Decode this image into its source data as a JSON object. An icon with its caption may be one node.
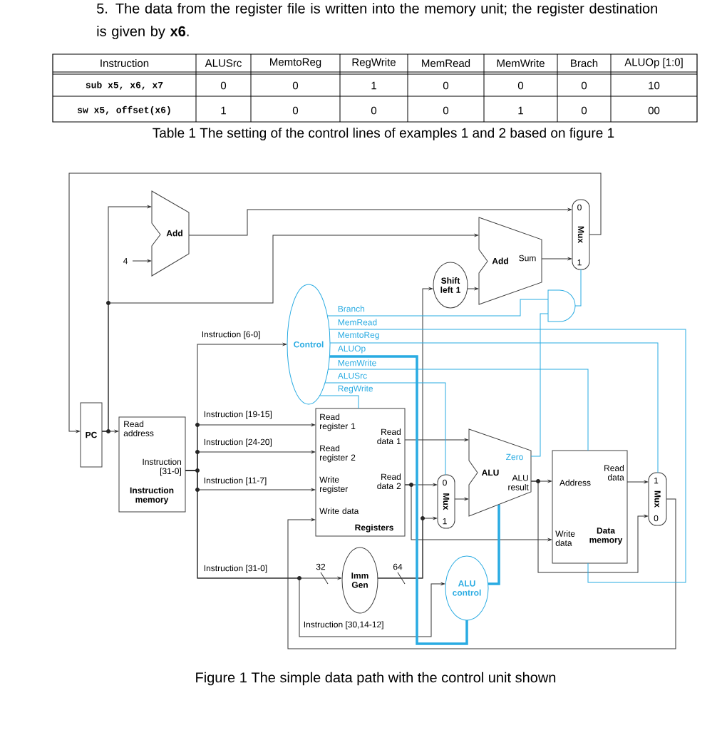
{
  "diagram": {
    "caption": "Figure 1 The simple data path with the control unit shown",
    "nodes": [
      {
        "text": [
          "PC"
        ]
      },
      {
        "text": [
          "Add"
        ]
      },
      {
        "text": [
          "Read address",
          "Instruction [31-0]",
          "Instruction memory"
        ]
      },
      {
        "text": [
          "Control"
        ]
      },
      {
        "text": [
          "Shift left 1"
        ]
      },
      {
        "text": [
          "Add",
          "Sum"
        ]
      },
      {
        "text": [
          "0",
          "Mux",
          "1"
        ]
      },
      {
        "text": [],
        "shape": "gate"
      },
      {
        "text": [
          "Read register 1",
          "Read register 2",
          "Write register",
          "Write data",
          "Read data 1",
          "Read data 2",
          "Registers"
        ]
      },
      {
        "text": [
          "Imm Gen"
        ]
      },
      {
        "text": [
          "0",
          "Mux",
          "1"
        ]
      },
      {
        "text": [
          "ALU",
          "Zero",
          "ALU result"
        ]
      },
      {
        "text": [
          "ALU control"
        ]
      },
      {
        "text": [
          "Address",
          "Read data",
          "Write data",
          "Data memory"
        ]
      },
      {
        "text": [
          "1",
          "Mux",
          "0"
        ]
      },
      {
        "text": [
          "4"
        ]
      }
    ],
    "edges": [
      {
        "from": 0,
        "to": 2,
        "arrow": "to"
      },
      {
        "from": 0,
        "to": 1,
        "arrow": "to"
      },
      {
        "from": 0,
        "to": 5,
        "arrow": "to"
      },
      {
        "from": 15,
        "to": 1,
        "arrow": "to"
      },
      {
        "from": 1,
        "to": 6,
        "arrow": "to"
      },
      {
        "from": 6,
        "to": 0,
        "arrow": "to"
      },
      {
        "from": 4,
        "to": 5,
        "arrow": "to"
      },
      {
        "from": 5,
        "to": 6,
        "arrow": "to"
      },
      {
        "from": 7,
        "to": 6,
        "arrow": "none",
        "color": "#29abe2"
      },
      {
        "from": 2,
        "to": 3,
        "arrow": "to",
        "label": "Instruction [6-0]"
      },
      {
        "from": 2,
        "to": 8,
        "arrow": "to",
        "label": "Instruction [19-15]"
      },
      {
        "from": 2,
        "to": 8,
        "arrow": "to",
        "label": "Instruction [24-20]"
      },
      {
        "from": 2,
        "to": 8,
        "arrow": "to",
        "label": "Instruction [11-7]"
      },
      {
        "from": 2,
        "to": 9,
        "arrow": "to",
        "label": "Instruction [31-0]"
      },
      {
        "from": 2,
        "to": 12,
        "arrow": "to",
        "label": "Instruction [30,14-12]"
      },
      {
        "from": 8,
        "to": 11,
        "arrow": "to"
      },
      {
        "from": 8,
        "to": 10,
        "arrow": "to"
      },
      {
        "from": 8,
        "to": 13,
        "arrow": "to"
      },
      {
        "from": 9,
        "to": 10,
        "arrow": "to"
      },
      {
        "from": 9,
        "to": 4,
        "arrow": "to"
      },
      {
        "from": 10,
        "to": 11,
        "arrow": "to"
      },
      {
        "from": 11,
        "to": 7,
        "arrow": "none",
        "color": "#29abe2"
      },
      {
        "from": 11,
        "to": 13,
        "arrow": "to"
      },
      {
        "from": 11,
        "to": 14,
        "arrow": "to"
      },
      {
        "from": 13,
        "to": 14,
        "arrow": "to"
      },
      {
        "from": 14,
        "to": 8,
        "arrow": "to"
      },
      {
        "from": 12,
        "to": 11,
        "arrow": "none",
        "style": "thick",
        "color": "#29abe2"
      },
      {
        "from": 3,
        "to": 7,
        "arrow": "none",
        "label": "Branch",
        "color": "#29abe2"
      },
      {
        "from": 3,
        "to": 13,
        "arrow": "none",
        "label": "MemRead",
        "color": "#29abe2"
      },
      {
        "from": 3,
        "to": 14,
        "arrow": "none",
        "label": "MemtoReg",
        "color": "#29abe2"
      },
      {
        "from": 3,
        "to": 12,
        "arrow": "none",
        "label": "ALUOp",
        "style": "thick",
        "color": "#29abe2"
      },
      {
        "from": 3,
        "to": 13,
        "arrow": "none",
        "label": "MemWrite",
        "color": "#29abe2"
      },
      {
        "from": 3,
        "to": 10,
        "arrow": "none",
        "label": "ALUSrc",
        "color": "#29abe2"
      },
      {
        "from": 3,
        "to": 8,
        "arrow": "none",
        "label": "RegWrite",
        "color": "#29abe2"
      }
    ],
    "labels": [
      "5. The data from the register file is written into the memory unit; the register destination is given by **x6**.",
      "Instruction",
      "ALUSrc",
      "MemtoReg",
      "RegWrite",
      "MemRead",
      "MemWrite",
      "Brach",
      "ALUOp [1:0]",
      "sub x5, x6, x7",
      "0",
      "0",
      "1",
      "0",
      "0",
      "0",
      "10",
      "sw x5, offset(x6)",
      "1",
      "0",
      "0",
      "0",
      "1",
      "0",
      "00",
      "Table 1 The setting of the control lines of examples 1 and 2 based on figure 1",
      "32",
      "64"
    ]
  }
}
